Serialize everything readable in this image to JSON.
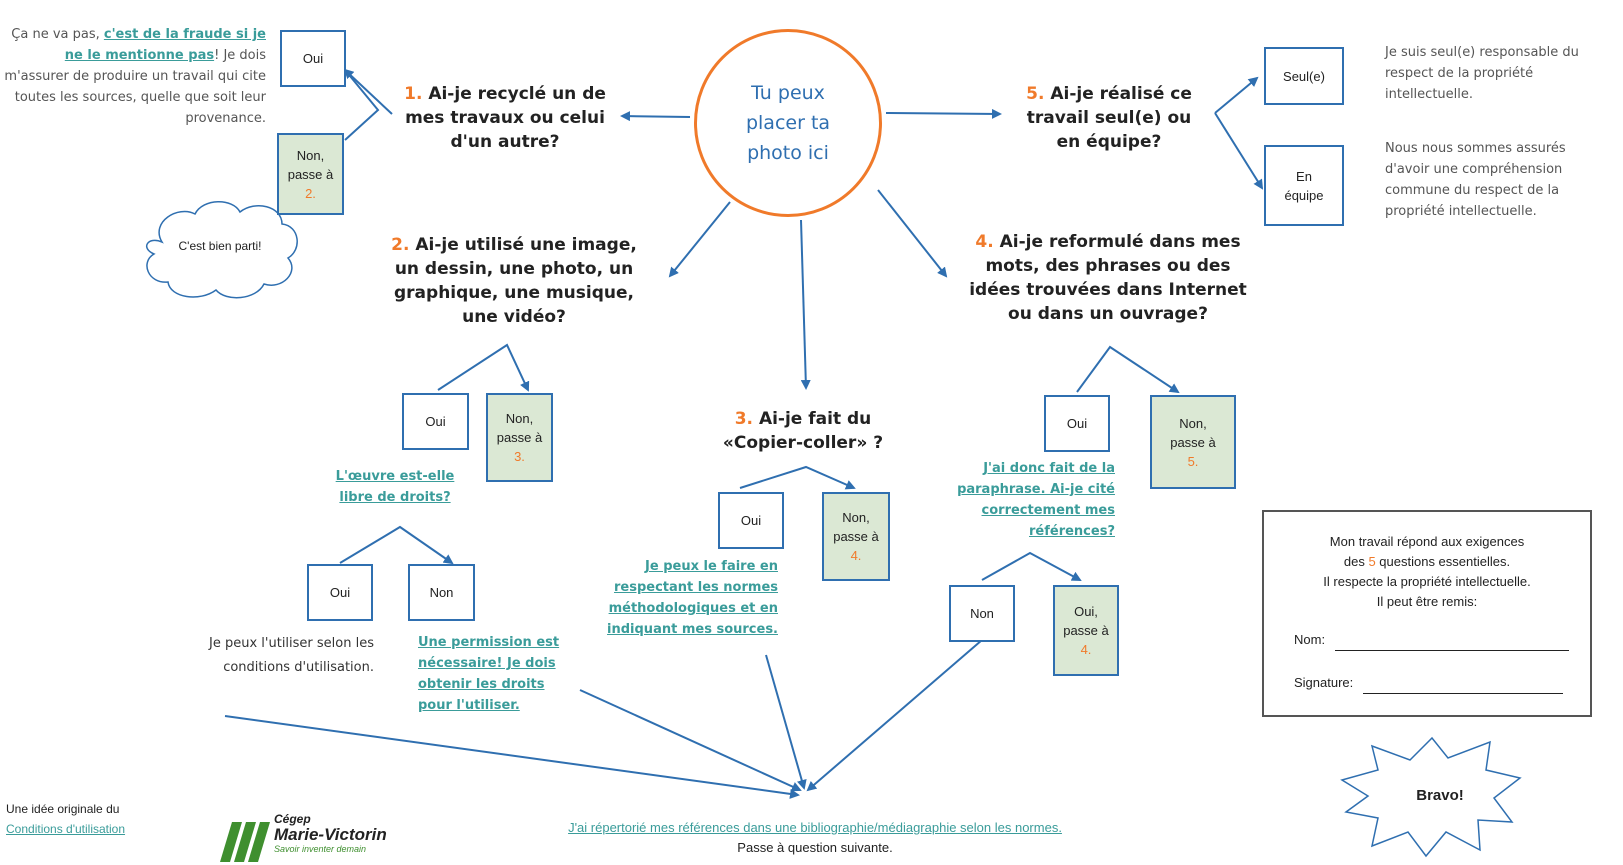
{
  "center": {
    "text": "Tu peux placer ta photo ici"
  },
  "q1": {
    "num": "1.",
    "text": "Ai-je recyclé un de mes travaux ou celui d'un autre?"
  },
  "q1_fraud": {
    "pre": "Ça ne va pas, ",
    "link": "c'est de la fraude si je ne le mentionne pas",
    "post": "! Je dois m'assurer de produire un travail qui cite toutes les sources, quelle que soit leur provenance."
  },
  "q1_oui": "Oui",
  "q1_non": {
    "text": "Non, passe à",
    "num": "2."
  },
  "cloud": "C'est bien parti!",
  "q2": {
    "num": "2.",
    "text": "Ai-je utilisé une image, un dessin, une photo, un graphique, une musique, une vidéo?"
  },
  "q2_oui": "Oui",
  "q2_non": {
    "text": "Non, passe à",
    "num": "3."
  },
  "q2_free": "L'œuvre est-elle libre de droits?",
  "q2_free_oui": "Oui",
  "q2_free_non": "Non",
  "q2_use": "Je peux l'utiliser selon les conditions d'utilisation.",
  "q2_perm": "Une permission est nécessaire! Je dois obtenir les droits pour l'utiliser.",
  "q3": {
    "num": "3.",
    "text": "Ai-je fait du «Copier-coller» ?"
  },
  "q3_oui": "Oui",
  "q3_non": {
    "text": "Non, passe à",
    "num": "4."
  },
  "q3_can": "Je peux le faire en respectant les normes méthodologiques et en indiquant mes sources.",
  "q4": {
    "num": "4.",
    "text": "Ai-je reformulé dans mes mots, des phrases ou des idées trouvées dans Internet ou dans un ouvrage?"
  },
  "q4_oui": "Oui",
  "q4_non": {
    "text": "Non, passe à",
    "num": "5."
  },
  "q4_para": "J'ai donc fait de la paraphrase. Ai-je cité correctement mes références?",
  "q4_para_non": "Non",
  "q4_para_oui": {
    "text": "Oui, passe à",
    "num": "4."
  },
  "q5": {
    "num": "5.",
    "text": "Ai-je réalisé ce travail seul(e) ou en équipe?"
  },
  "q5_seul": "Seul(e)",
  "q5_equipe": "En équipe",
  "q5_seul_text": "Je suis seul(e) responsable du respect de la propriété intellectuelle.",
  "q5_equipe_text": "Nous nous sommes assurés d'avoir une compréhension commune du respect de la propriété intellectuelle.",
  "final": {
    "line1a": "Mon travail répond aux exigences",
    "line2a": "des ",
    "five": "5",
    "line2b": " questions essentielles.",
    "line3": "Il respecte la propriété intellectuelle.",
    "line4": "Il peut être remis:",
    "nom": "Nom:",
    "signature": "Signature:"
  },
  "bravo": "Bravo!",
  "bottom_link": "J'ai répertorié mes références dans une bibliographie/médiagraphie selon les normes.",
  "bottom_next": "Passe à question suivante.",
  "credit": {
    "idea": "Une idée originale du",
    "conditions": "Conditions d'utilisation"
  },
  "logo": {
    "line1": "Cégep",
    "line2": "Marie-Victorin",
    "line3": "Savoir inventer demain"
  },
  "colors": {
    "accent": "#f07a2a",
    "blue": "#2f6fb0",
    "teal": "#3a9c9a",
    "green_fill": "#dbe8d4"
  }
}
